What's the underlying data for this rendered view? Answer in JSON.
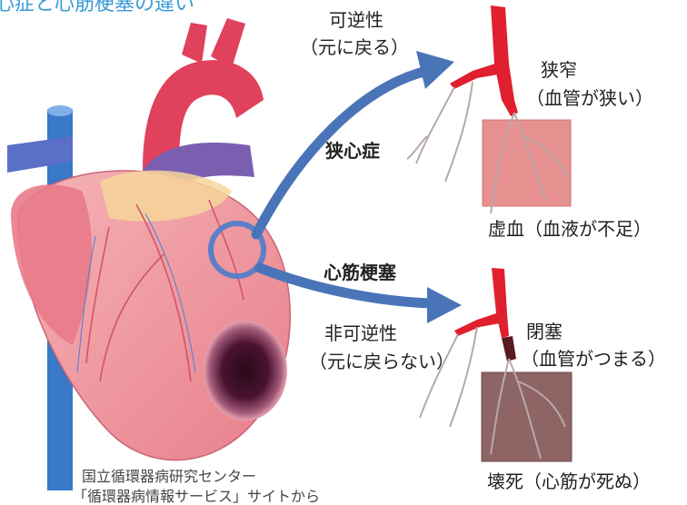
{
  "title_fragment": "心症と心筋梗塞の違い",
  "angina": {
    "name": "狭心症",
    "reversibility": "可逆性",
    "reversibility_note": "（元に戻る）",
    "vessel_state": "狭窄",
    "vessel_note": "（血管が狭い）",
    "tissue_state": "虚血（血液が不足）"
  },
  "infarction": {
    "name": "心筋梗塞",
    "reversibility": "非可逆性",
    "reversibility_note": "（元に戻らない）",
    "vessel_state": "閉塞",
    "vessel_note": "（血管がつまる）",
    "tissue_state": "壊死（心筋が死ぬ）"
  },
  "credit": {
    "line1": "国立循環器病研究センター",
    "line2": "「循環器病情報サービス」サイトから"
  },
  "colors": {
    "title": "#3a9bd6",
    "arrow": "#4a74b8",
    "ischemia_tissue": "#e79090",
    "necrosis_tissue": "#8f6465",
    "artery": "#e0202e",
    "heart": "#f3a5a8"
  }
}
